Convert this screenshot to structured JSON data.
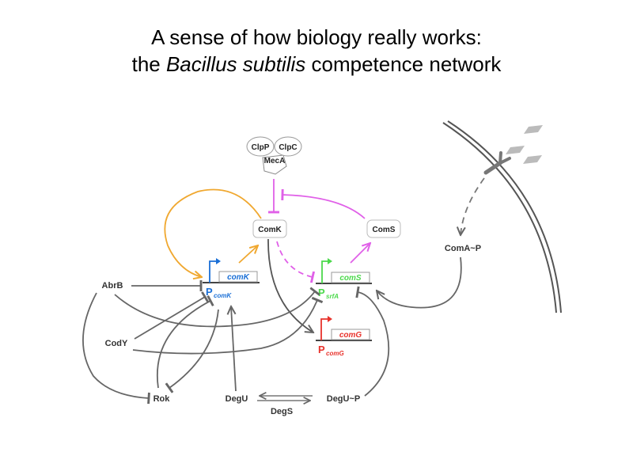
{
  "title": {
    "line1": "A sense of how biology really works:",
    "line2_prefix": "the ",
    "line2_italic": "Bacillus subtilis",
    "line2_suffix": " competence network"
  },
  "colors": {
    "comK": "#1a6fd6",
    "comS": "#4cd94c",
    "comG": "#e8322b",
    "orange_arrow": "#f0a830",
    "magenta": "#e060e8",
    "gray": "#666666",
    "membrane": "#555555",
    "signal": "#bbbbbb"
  },
  "nodes": {
    "clpp": "ClpP",
    "clpc": "ClpC",
    "meca": "MecA",
    "comk_protein": "ComK",
    "coms_protein": "ComS",
    "coma_p": "ComA~P",
    "abrb": "AbrB",
    "cody": "CodY",
    "rok": "Rok",
    "degu": "DegU",
    "degu_p": "DegU~P",
    "degs": "DegS"
  },
  "genes": {
    "comk": {
      "gene": "comK",
      "promoter": "P",
      "promoter_sub": "comK"
    },
    "coms": {
      "gene": "comS",
      "promoter": "P",
      "promoter_sub": "srfA"
    },
    "comg": {
      "gene": "comG",
      "promoter": "P",
      "promoter_sub": "comG"
    }
  }
}
